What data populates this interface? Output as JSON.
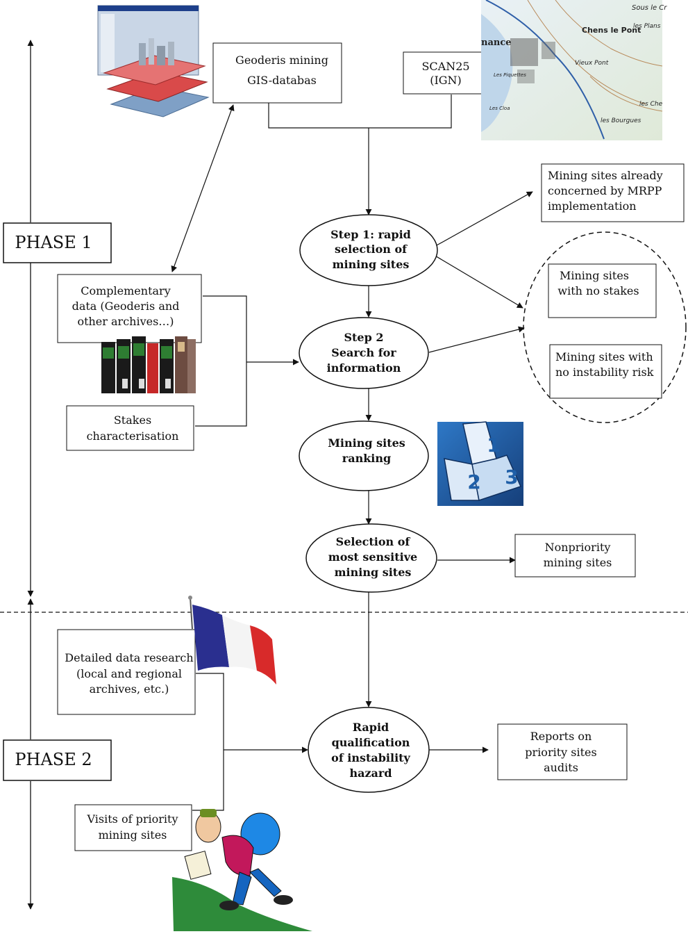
{
  "phases": {
    "phase1": "PHASE 1",
    "phase2": "PHASE 2"
  },
  "boxes": {
    "geoderis_gis": [
      "Geoderis mining",
      "GIS-databas"
    ],
    "scan25": [
      "SCAN25",
      "(IGN)"
    ],
    "mrpp": [
      "Mining sites already",
      "concerned by MRPP",
      "implementation"
    ],
    "no_stakes": [
      "Mining sites",
      "with no stakes"
    ],
    "no_instability": [
      "Mining sites with",
      "no instability risk"
    ],
    "complementary": [
      "Complementary",
      "data (Geoderis and",
      "other archives…)"
    ],
    "stakes": [
      "Stakes",
      "characterisation"
    ],
    "nonpriority": [
      "Nonpriority",
      "mining sites"
    ],
    "detailed": [
      "Detailed data research",
      "(local and regional",
      "archives, etc.)"
    ],
    "visits": [
      "Visits of priority",
      "mining sites"
    ],
    "reports": [
      "Reports on",
      "priority sites",
      "audits"
    ]
  },
  "ellipses": {
    "step1": [
      "Step 1: rapid",
      "selection of",
      "mining sites"
    ],
    "step2": [
      "Step 2",
      "Search for",
      "information"
    ],
    "ranking": [
      "Mining sites",
      "ranking"
    ],
    "selection": [
      "Selection of",
      "most sensitive",
      "mining sites"
    ],
    "rapid": [
      "Rapid",
      "qualification",
      "of instability",
      "hazard"
    ]
  },
  "images": {
    "gis_layers": "gis-layers-icon",
    "topo_map": "topographic-map-icon",
    "books": "archive-books-icon",
    "podium": "podium-icon",
    "flag": "french-flag-icon",
    "hiker": "hiker-icon"
  },
  "podium_labels": [
    "1",
    "2",
    "3"
  ],
  "map_labels": [
    "Sous le Cr",
    "Chens le Pont",
    "les Plans",
    "nance",
    "Vieux Pont",
    "les Che",
    "les Bourgues",
    "Les Piquettes",
    "Les Cloa"
  ],
  "colors": {
    "line": "#111111",
    "podium_bg": "#1f5fa8",
    "flag_blue": "#2a2f8f",
    "flag_red": "#d82a2a"
  }
}
